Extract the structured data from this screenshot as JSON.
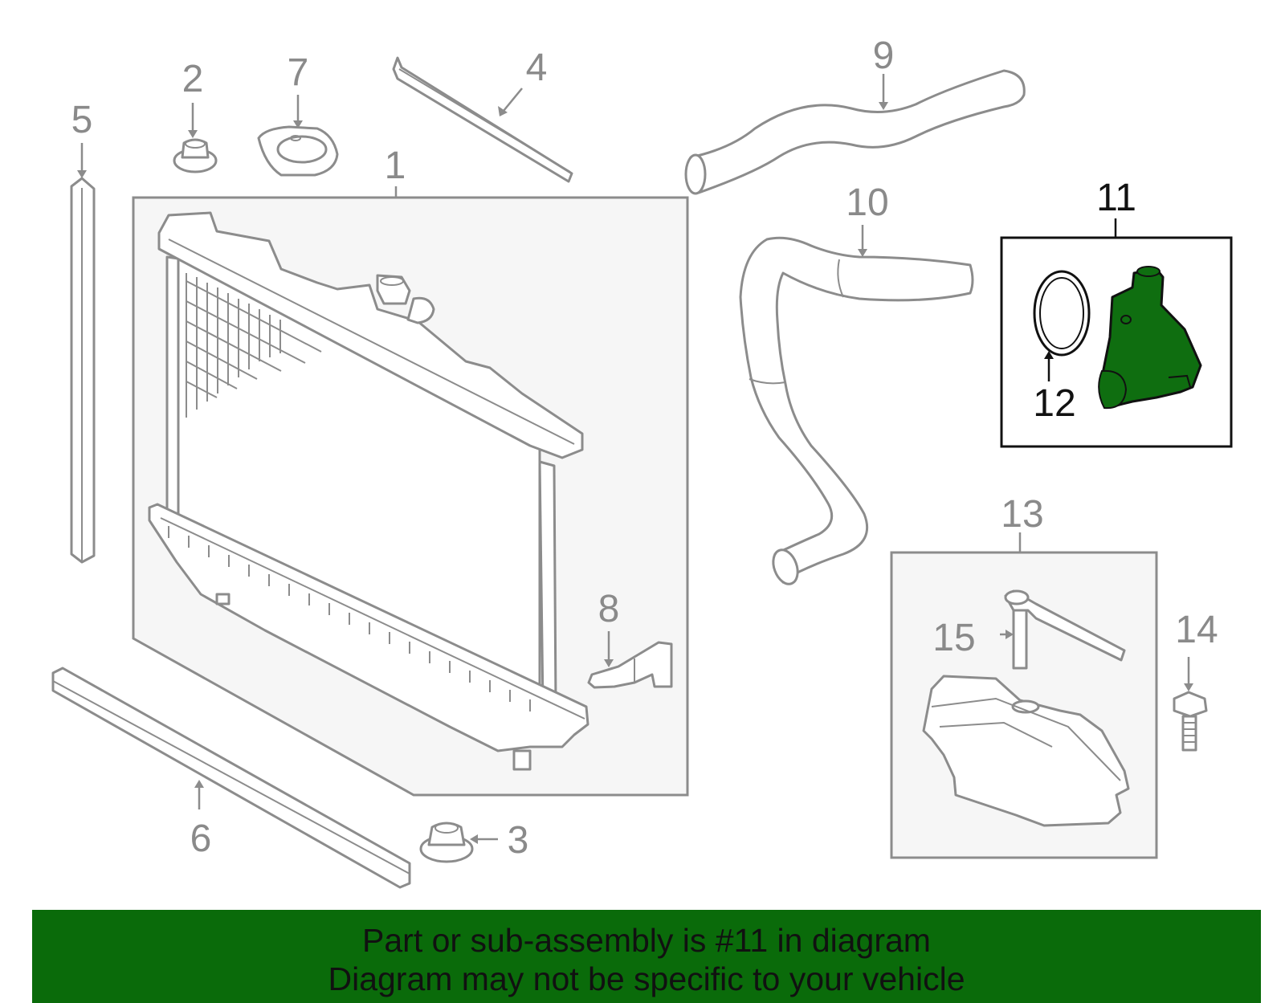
{
  "colors": {
    "banner_background": "#0a6b0a",
    "highlight_part": "#0f6e10",
    "line_gray": "#8c8c8c"
  },
  "callouts": {
    "c1": "1",
    "c2": "2",
    "c3": "3",
    "c4": "4",
    "c5": "5",
    "c6": "6",
    "c7": "7",
    "c8": "8",
    "c9": "9",
    "c10": "10",
    "c11": "11",
    "c12": "12",
    "c13": "13",
    "c14": "14",
    "c15": "15"
  },
  "highlighted_callout": "11",
  "banner": {
    "line1": "Part or sub-assembly is #11 in diagram",
    "line2": "Diagram may not be specific to your vehicle"
  }
}
